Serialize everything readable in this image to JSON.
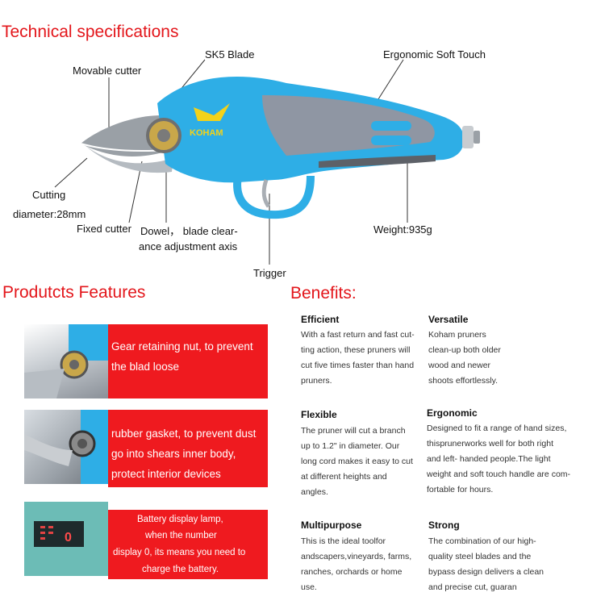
{
  "tech": {
    "title": "Technical specifications",
    "labels": {
      "sk5": "SK5 Blade",
      "ergonomic": "Ergonomic Soft Touch",
      "movable": "Movable  cutter",
      "cutting1": "Cutting",
      "cutting2": "diameter:28mm",
      "fixed": "Fixed cutter",
      "dowel1": "Dowel， blade clear-",
      "dowel2": "ance adjustment axis",
      "weight": "Weight:935g",
      "trigger": "Trigger"
    },
    "brand": "KOHAM"
  },
  "features": {
    "title": "Produtcts Features",
    "items": [
      {
        "lines": [
          "Gear retaining nut, to  prevent",
          "the blad loose"
        ]
      },
      {
        "lines": [
          "rubber gasket, to prevent dust",
          "go into shears inner body,",
          "protect interior devices"
        ]
      },
      {
        "lines": [
          "Battery display lamp,",
          "when the number",
          "display 0, its means you need to",
          "charge the battery."
        ],
        "display_digit": "0"
      }
    ]
  },
  "benefits": {
    "title": "Benefits:",
    "items": [
      {
        "heading": "Efficient",
        "lines": [
          "With a fast return and fast cut-",
          "ting action, these pruners will",
          "cut five times faster than hand",
          "pruners."
        ]
      },
      {
        "heading": "Versatile",
        "lines": [
          "Koham pruners",
          "clean-up both older",
          "wood and newer",
          "shoots effortlessly."
        ]
      },
      {
        "heading": "Flexible",
        "lines": [
          "The pruner will cut a branch",
          "up to 1.2\" in diameter. Our",
          "long cord makes it easy to cut",
          "at different heights and",
          "angles."
        ]
      },
      {
        "heading": "Ergonomic",
        "lines": [
          "Designed to fit a range of hand sizes,",
          "thisprunerworks well for both right",
          "and left- handed people.The light",
          "weight and soft touch handle are com-",
          "fortable for hours."
        ]
      },
      {
        "heading": "Multipurpose",
        "lines": [
          "This is the ideal toolfor",
          "andscapers,vineyards, farms,",
          "ranches, orchards or home",
          "use."
        ]
      },
      {
        "heading": "Strong",
        "lines": [
          "The combination of our high-",
          "quality steel blades and the",
          "bypass design delivers a clean",
          "and precise cut, guaran"
        ]
      }
    ]
  },
  "colors": {
    "accent": "#e3161b",
    "tool_blue": "#2eaee6",
    "grip_gray": "#8f96a3"
  }
}
